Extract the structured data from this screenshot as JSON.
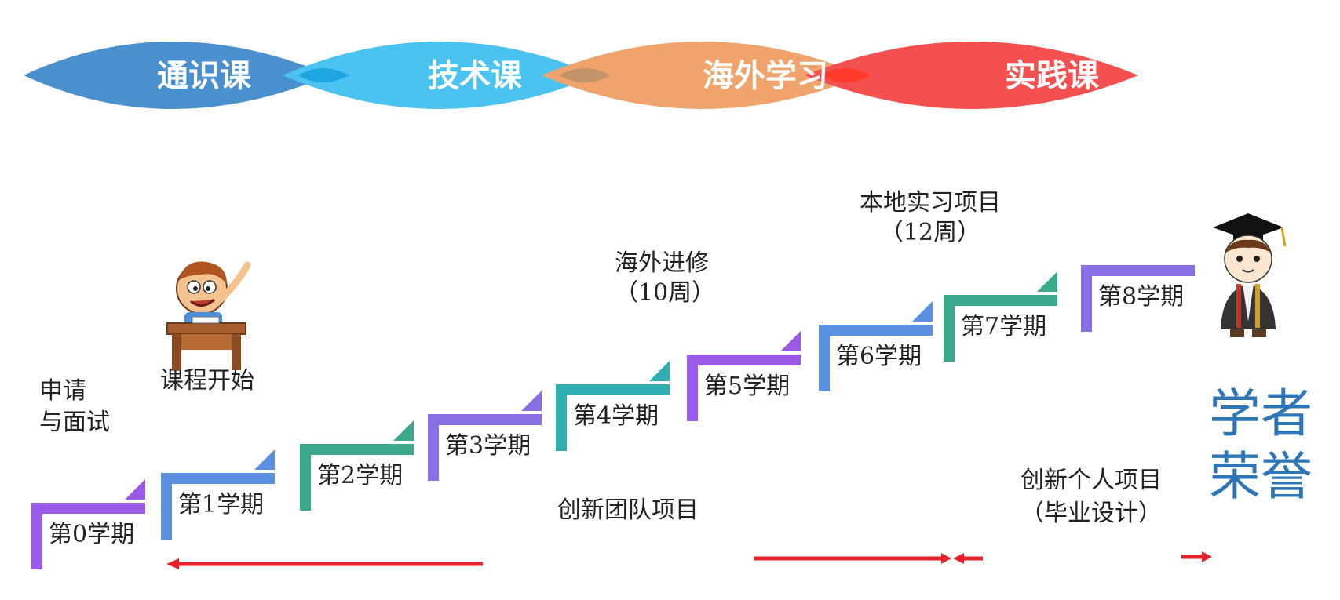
{
  "banner": [
    {
      "label": "通识课",
      "color": "#4a90cf"
    },
    {
      "label": "技术课",
      "color": "#4bc3f0"
    },
    {
      "label": "海外学习",
      "color": "#f0a36b"
    },
    {
      "label": "实践课",
      "color": "#f55050"
    }
  ],
  "steps": [
    {
      "label": "第0学期",
      "color": "#9b59e8"
    },
    {
      "label": "第1学期",
      "color": "#5b8fe0"
    },
    {
      "label": "第2学期",
      "color": "#3aa88a"
    },
    {
      "label": "第3学期",
      "color": "#8a6ee6"
    },
    {
      "label": "第4学期",
      "color": "#2fb0b0"
    },
    {
      "label": "第5学期",
      "color": "#9b59e8"
    },
    {
      "label": "第6学期",
      "color": "#5b8fe0"
    },
    {
      "label": "第7学期",
      "color": "#3aa88a"
    },
    {
      "label": "第8学期",
      "color": "#8a6ee6"
    }
  ],
  "notes": {
    "apply_line1": "申请",
    "apply_line2": "与面试",
    "course_start": "课程开始",
    "overseas_line1": "海外进修",
    "overseas_line2": "（10周）",
    "local_line1": "本地实习项目",
    "local_line2": "（12周）",
    "team_project": "创新团队项目",
    "personal_line1": "创新个人项目",
    "personal_line2": "（毕业设计）"
  },
  "final_label": {
    "line1": "学者",
    "line2": "荣誉"
  },
  "colors": {
    "arrow": "#e8202a",
    "final_text": "#2e75b6"
  },
  "icons": {
    "student": "student-at-desk-icon",
    "graduate": "graduate-icon"
  }
}
